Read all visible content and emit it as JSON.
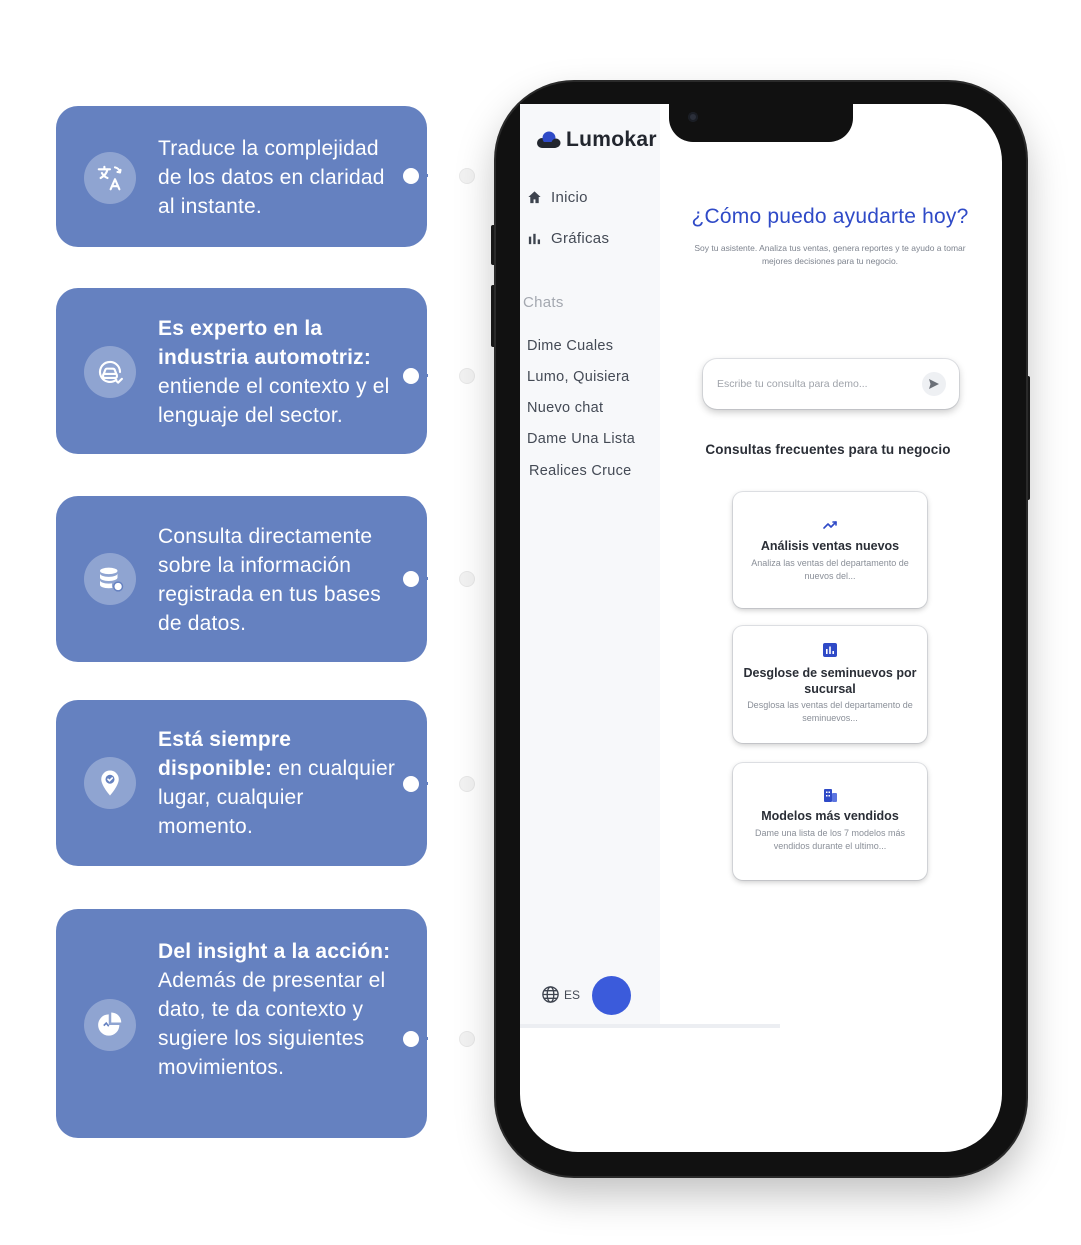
{
  "colors": {
    "card_bg": "#6581c0",
    "brand_blue": "#2f4ac7",
    "fab_blue": "#3b5bdb",
    "phone_frame": "#111111"
  },
  "features": [
    {
      "icon": "translate-icon",
      "bold": "",
      "text": "Traduce la complejidad de los datos en claridad al instante."
    },
    {
      "icon": "car-check-icon",
      "bold": "Es experto en la industria automotriz:",
      "text": " entiende el contexto y el lenguaje del sector."
    },
    {
      "icon": "database-icon",
      "bold": "",
      "text": "Consulta directamente sobre la información registrada en tus bases de datos."
    },
    {
      "icon": "location-pin-icon",
      "bold": "Está siempre disponible:",
      "text": " en cualquier lugar, cualquier momento."
    },
    {
      "icon": "pie-chart-icon",
      "bold": "Del insight a la acción:",
      "text": " Además de presentar el dato, te da contexto y sugiere los siguientes movimientos."
    }
  ],
  "app": {
    "logo_text": "Lumokar",
    "nav": [
      {
        "label": "Inicio",
        "icon": "home-icon"
      },
      {
        "label": "Gráficas",
        "icon": "bar-chart-icon"
      }
    ],
    "chats_label": "Chats",
    "chats": [
      "Dime Cuales",
      "Lumo, Quisiera",
      "Nuevo chat",
      "Dame Una Lista",
      "Realices Cruce"
    ],
    "language": "ES",
    "title": "¿Cómo puedo ayudarte hoy?",
    "subtitle": "Soy tu asistente. Analiza tus ventas, genera reportes y te ayudo a tomar mejores decisiones para tu negocio.",
    "search_placeholder": "Escribe tu consulta para demo...",
    "frequent_title": "Consultas frecuentes para tu negocio",
    "queries": [
      {
        "icon": "trend-up-icon",
        "title": "Análisis ventas nuevos",
        "desc": "Analiza las ventas del departamento de nuevos del..."
      },
      {
        "icon": "bar-chart-square-icon",
        "title": "Desglose de seminuevos por sucursal",
        "desc": "Desglosa las ventas del departamento de seminuevos..."
      },
      {
        "icon": "building-icon",
        "title": "Modelos más vendidos",
        "desc": "Dame una lista de los 7 modelos más vendidos durante el ultimo..."
      }
    ]
  }
}
